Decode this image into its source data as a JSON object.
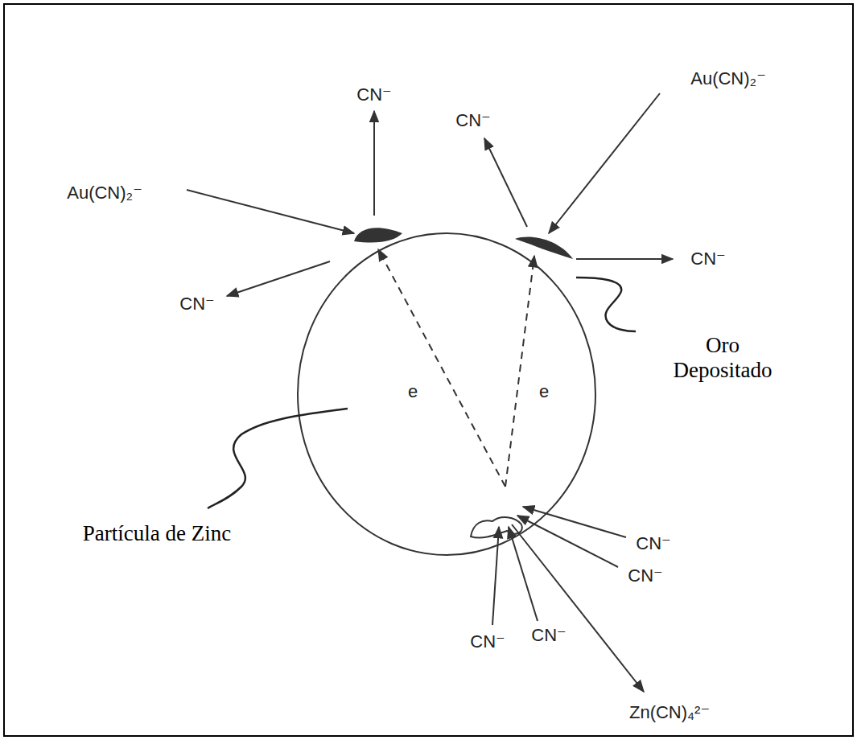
{
  "diagram": {
    "labels": [
      "CN⁻",
      "CN⁻",
      "Au(CN)₂⁻",
      "Au(CN)₂⁻",
      "CN⁻",
      "CN⁻",
      "Oro Depositado",
      "e",
      "e",
      "Partícula de Zinc",
      "CN⁻",
      "CN⁻",
      "CN⁻",
      "CN⁻",
      "Zn(CN)₄²⁻"
    ]
  }
}
